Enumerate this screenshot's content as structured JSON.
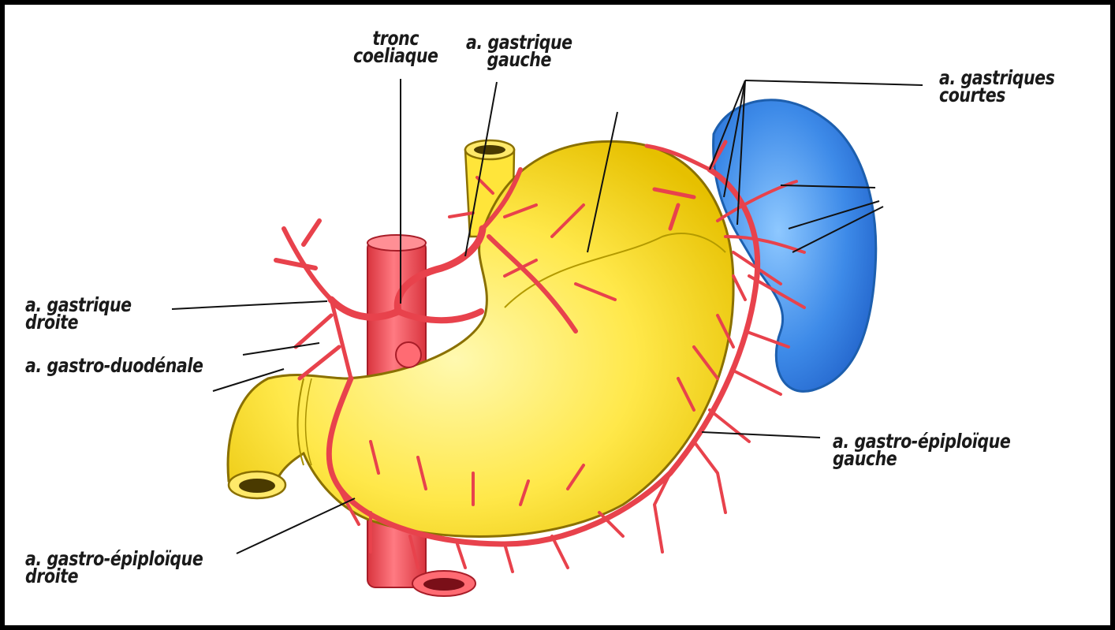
{
  "labels": {
    "tronc_coeliaque": [
      "tronc",
      "coeliaque"
    ],
    "gastrique_gauche": [
      "a. gastrique",
      "gauche"
    ],
    "gastriques_courtes": [
      "a. gastriques",
      "courtes"
    ],
    "gastrique_droite": [
      "a. gastrique",
      "droite"
    ],
    "gastro_duodenale": [
      "a. gastro-duodénale"
    ],
    "gastro_epiploique_gauche": [
      "a. gastro-épiploïque",
      "gauche"
    ],
    "gastro_epiploique_droite": [
      "a. gastro-épiploïque",
      "droite"
    ]
  },
  "colors": {
    "frame": "#000000",
    "background": "#ffffff",
    "stomach": "#ffe84a",
    "spleen": "#3d8ae8",
    "artery": "#e8424c",
    "label_text": "#1a1a1a"
  }
}
